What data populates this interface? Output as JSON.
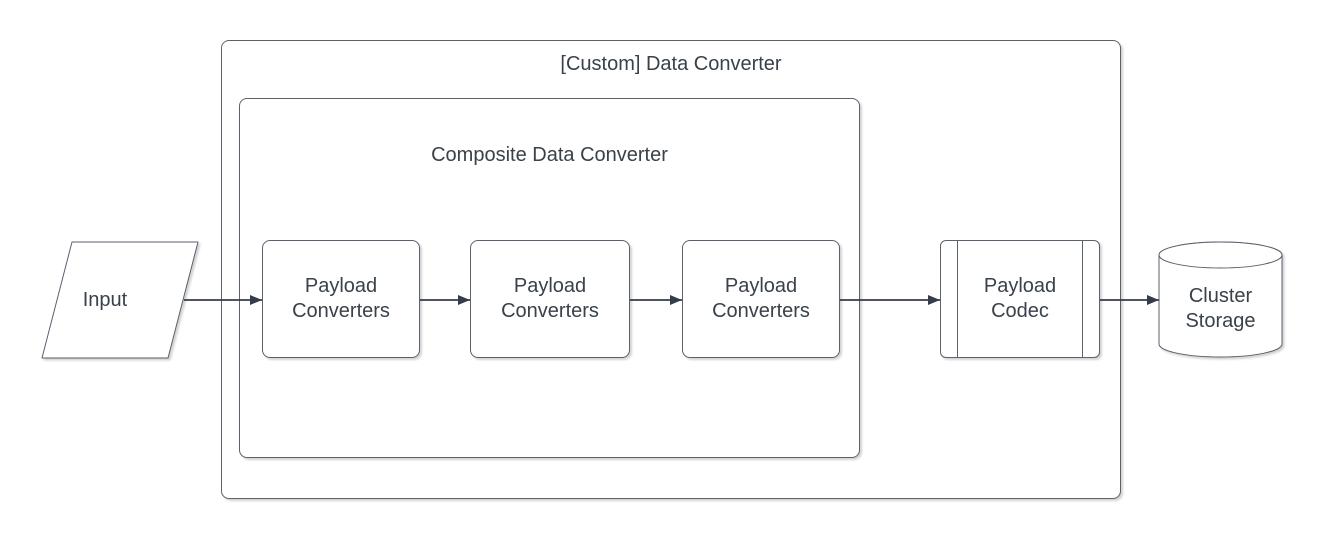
{
  "diagram": {
    "type": "flowchart",
    "colors": {
      "canvas_background": "#ffffff",
      "node_fill": "#ffffff",
      "stroke_color": "#59626d",
      "arrow_color": "#343c49",
      "text_color": "#39414a"
    },
    "groups": {
      "outer": {
        "label": "[Custom] Data Converter"
      },
      "inner": {
        "label": "Composite Data Converter"
      }
    },
    "nodes": {
      "input": {
        "label": "Input",
        "shape": "parallelogram"
      },
      "converter_1": {
        "label": "Payload Converters",
        "shape": "rounded-rectangle"
      },
      "converter_2": {
        "label": "Payload Converters",
        "shape": "rounded-rectangle"
      },
      "converter_3": {
        "label": "Payload Converters",
        "shape": "rounded-rectangle"
      },
      "payload_codec": {
        "label": "Payload Codec",
        "shape": "predefined-process"
      },
      "cluster_storage": {
        "label": "Cluster Storage",
        "shape": "cylinder"
      }
    },
    "edges": [
      {
        "from": "input",
        "to": "converter_1"
      },
      {
        "from": "converter_1",
        "to": "converter_2"
      },
      {
        "from": "converter_2",
        "to": "converter_3"
      },
      {
        "from": "converter_3",
        "to": "payload_codec"
      },
      {
        "from": "payload_codec",
        "to": "cluster_storage"
      }
    ]
  }
}
